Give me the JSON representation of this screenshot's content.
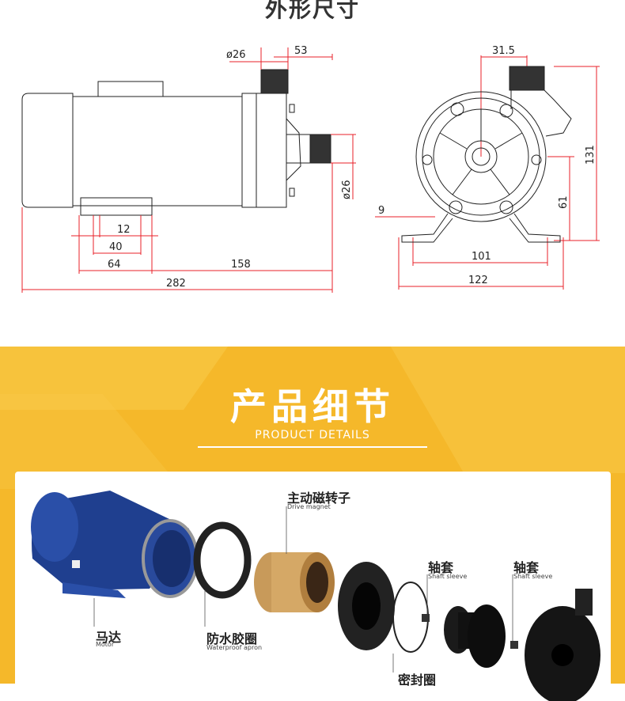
{
  "top": {
    "title": "外形尺寸",
    "dims_left": {
      "d26_top": "ø26",
      "d53": "53",
      "d26_side": "ø26",
      "d12": "12",
      "d40": "40",
      "d64": "64",
      "d158": "158",
      "d282": "282"
    },
    "dims_right": {
      "d31_5": "31.5",
      "d131": "131",
      "d9": "9",
      "d61": "61",
      "d101": "101",
      "d122": "122"
    },
    "dim_color": "#e8202a"
  },
  "details": {
    "title": "产品细节",
    "subtitle": "PRODUCT DETAILS",
    "parts": [
      {
        "name": "主动磁转子",
        "en": "Drive magnet"
      },
      {
        "name": "轴套",
        "en": "Shaft sleeve"
      },
      {
        "name": "轴套",
        "en": "Shaft sleeve"
      },
      {
        "name": "马达",
        "en": "Motor"
      },
      {
        "name": "防水胶圈",
        "en": "Waterproof apron"
      },
      {
        "name": "密封圈",
        "en": ""
      }
    ],
    "accent": "#f5b82a"
  }
}
